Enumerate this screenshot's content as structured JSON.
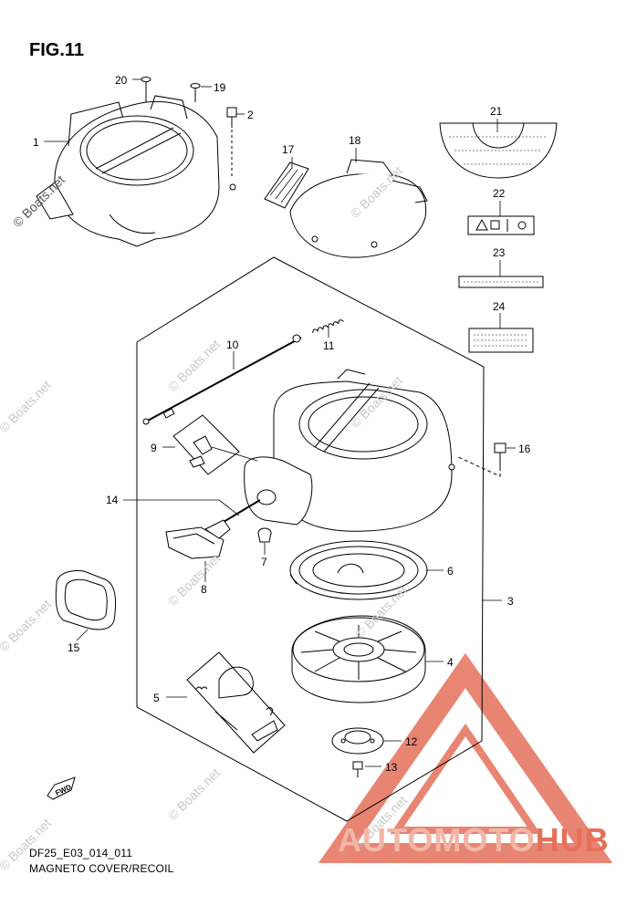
{
  "figure": {
    "title": "FIG.11",
    "code": "DF25_E03_014_011",
    "caption": "MAGNETO COVER/RECOIL"
  },
  "watermark": {
    "text": "© Boats.net",
    "color": "#c8c8c8"
  },
  "brand": {
    "part1": "AUTOMOTO",
    "part2": "HUB",
    "color_light": "#f2b6a6",
    "color_dark": "#e5705a"
  },
  "fwd_label": "FWD",
  "callouts": [
    "1",
    "2",
    "3",
    "4",
    "5",
    "6",
    "7",
    "8",
    "9",
    "10",
    "11",
    "12",
    "13",
    "14",
    "15",
    "16",
    "17",
    "18",
    "19",
    "20",
    "21",
    "22",
    "23",
    "24"
  ]
}
